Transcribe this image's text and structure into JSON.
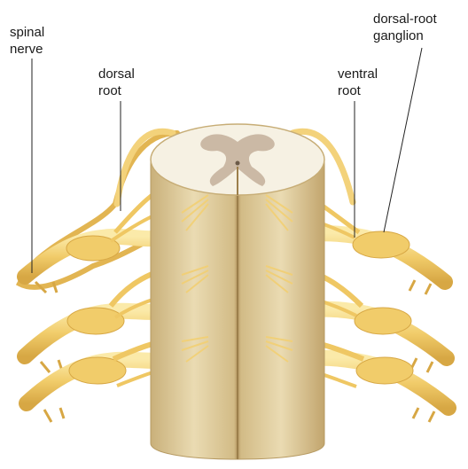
{
  "labels": {
    "spinal_nerve": [
      "spinal",
      "nerve"
    ],
    "dorsal_root": [
      "dorsal",
      "root"
    ],
    "ventral_root": [
      "ventral",
      "root"
    ],
    "dorsal_root_ganglion": [
      "dorsal-root",
      "ganglion"
    ]
  },
  "colors": {
    "nerve": "#f2cf73",
    "nerve_highlight": "#fbe9b0",
    "nerve_shadow": "#d9a946",
    "cord_body": "#e8d7ad",
    "cord_shadow": "#c7ad76",
    "white_matter": "#f6f1e3",
    "gray_matter": "#cbb9a5",
    "label_line": "#222222"
  }
}
